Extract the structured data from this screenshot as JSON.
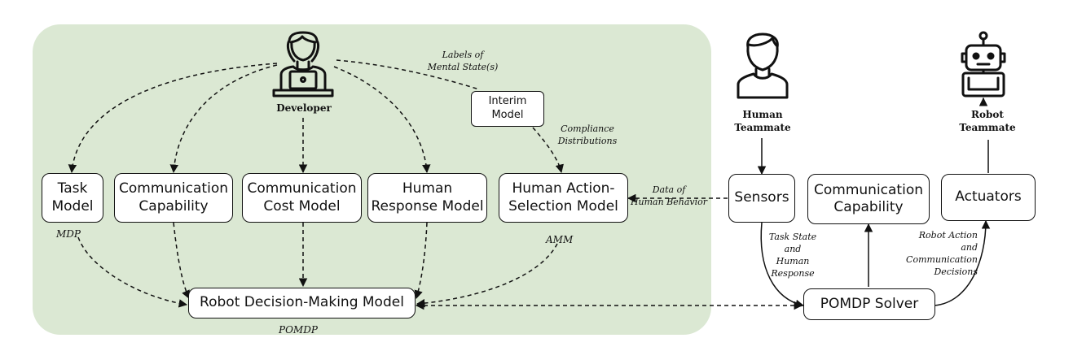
{
  "actors": {
    "developer": "Developer",
    "human": "Human\nTeammate",
    "robot": "Robot\nTeammate"
  },
  "boxes": {
    "task_model": "Task\nModel",
    "comm_capability_left": "Communication\nCapability",
    "comm_cost_model": "Communication\nCost Model",
    "human_response_model": "Human\nResponse Model",
    "human_action_selection_model": "Human Action-\nSelection Model",
    "interim_model": "Interim\nModel",
    "robot_decision_making_model": "Robot Decision-Making Model",
    "sensors": "Sensors",
    "comm_capability_right": "Communication\nCapability",
    "actuators": "Actuators",
    "pomdp_solver": "POMDP Solver"
  },
  "labels": {
    "labels_mental_states": "Labels of\nMental State(s)",
    "compliance_distributions": "Compliance\nDistributions",
    "data_human_behavior": "Data of\nHuman Behavior",
    "mdp": "MDP",
    "amm": "AMM",
    "pomdp": "POMDP",
    "task_state_human_response": "Task State\nand\nHuman\nResponse",
    "robot_action_comm_decisions": "Robot Action\nand\nCommunication\nDecisions"
  },
  "icons": [
    "developer-icon",
    "human-teammate-icon",
    "robot-teammate-icon"
  ],
  "colors": {
    "panel": "#dbe8d3",
    "stroke": "#111111"
  }
}
